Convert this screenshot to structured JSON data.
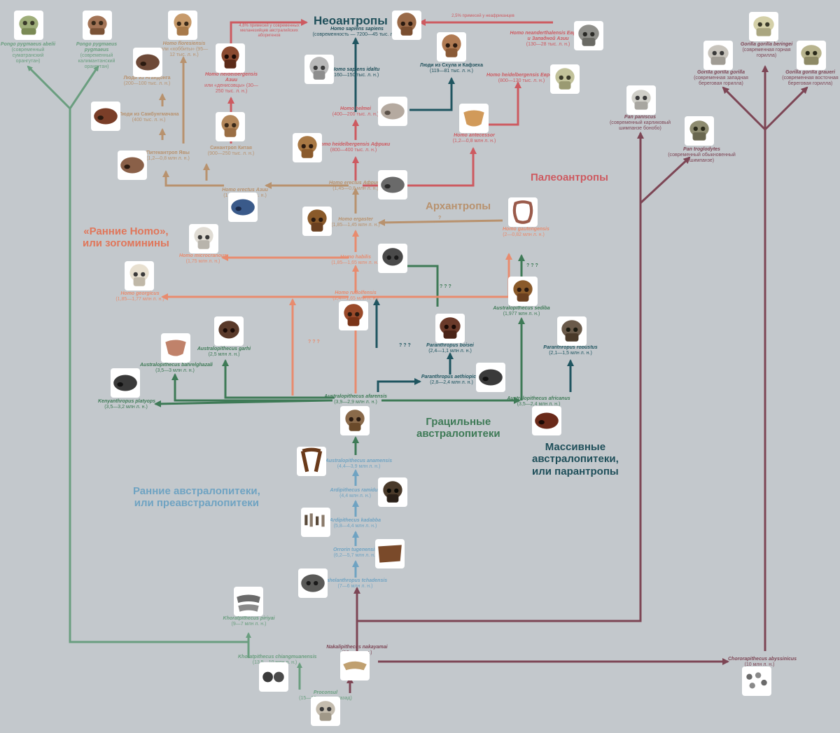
{
  "colors": {
    "background": "#c3c8cc",
    "pongo_green": "#6a9e7f",
    "neo_red": "#cd5a60",
    "early_homo_salmon": "#e88b6e",
    "arch_tan": "#b8926e",
    "gracile_green": "#3e7a56",
    "robust_teal": "#1f5560",
    "pre_blue": "#6fa3c2",
    "great_ape_maroon": "#7d4655",
    "skull_fill": "#8a6a4a"
  },
  "groups": {
    "neoanthropes": "Неоантропы",
    "paleoanthropes": "Палеоантропы",
    "archanthropes": "Архантропы",
    "early_homo_line1": "«Ранние Homo»,",
    "early_homo_line2": "или зогоминины",
    "gracile_line1": "Грацильные",
    "gracile_line2": "австралопитеки",
    "robust_line1": "Массивные",
    "robust_line2": "австралопитеки,",
    "robust_line3": "или парантропы",
    "pre_line1": "Ранние австралопитеки,",
    "pre_line2": "или преавстралопитеки"
  },
  "annotations": {
    "denisovan_admixture": "4,8% примесей у современных меланезийцев австралийских аборигенов",
    "neanderthal_admixture": "2,5% примесей у неафриканцев",
    "q1": "?",
    "q2": "? ? ?",
    "q3": "? ? ?",
    "q4": "? ? ?",
    "q5": "? ? ?"
  },
  "taxa": {
    "pongo_abelii": {
      "name": "Pongo pygmaeus abelii",
      "desc": "(современный суматранский орангутан)",
      "icon": "orangutan-skull-icon"
    },
    "pongo_pygmaeus": {
      "name": "Pongo pygmaeus pygmaeus",
      "desc": "(современный калимантанский орангутан)",
      "icon": "orangutan-skull-icon"
    },
    "floresiensis": {
      "name": "Homo floresiensis",
      "desc": "или «хоббиты» (95—12 тыс. л. н.)",
      "icon": "hominin-skull-icon"
    },
    "ngandong": {
      "name": "Люди из Нгандонга",
      "desc": "(200—100 тыс. л. н.)",
      "icon": "hominin-skull-icon"
    },
    "sambungmachan": {
      "name": "Люди из Самбунгмачана",
      "desc": "(400 тыс. л. н.)",
      "icon": "hominin-skull-icon"
    },
    "pithecanthropus": {
      "name": "Питекантроп Явы",
      "desc": "(1,2—0,8 млн л. н.)",
      "icon": "hominin-skull-icon"
    },
    "sinanthropus": {
      "name": "Синантроп Китая",
      "desc": "(900—250 тыс. л. н.)",
      "icon": "hominin-skull-icon"
    },
    "heidelbergensis_asia": {
      "name": "Homo heidelbergensis Азии",
      "desc": "или «денисовцы» (30—250 тыс. л. н.)",
      "icon": "hominin-skull-icon"
    },
    "sapiens": {
      "name": "Homo sapiens sapiens",
      "desc": "(современность — 7200—45 тыс. л. н.)",
      "icon": "human-skull-icon"
    },
    "idaltu": {
      "name": "Homo sapiens idaltu",
      "desc": "(160—150 тыс. л. н.)",
      "icon": "human-skull-icon"
    },
    "skhul_qafzeh": {
      "name": "Люди из Схула и Кафзеха",
      "desc": "(119—81 тыс. л. н.)",
      "icon": "human-skull-icon"
    },
    "helmei": {
      "name": "Homo helmei",
      "desc": "(400—200 тыс. л. н.)",
      "icon": "hominin-skull-icon"
    },
    "heidelbergensis_africa": {
      "name": "Homo heidelbergensis Африки",
      "desc": "(800—400 тыс. л. н.)",
      "icon": "hominin-skull-icon"
    },
    "neanderthalensis": {
      "name": "Homo neanderthalensis Европы и Западной Азии",
      "desc": "(130—28 тыс. л. н.)",
      "icon": "neanderthal-skull-icon"
    },
    "heidelbergensis_europe": {
      "name": "Homo heidelbergensis Европы",
      "desc": "(800—130 тыс. л. н.)",
      "icon": "hominin-skull-icon"
    },
    "antecessor": {
      "name": "Homo antecessor",
      "desc": "(1,2—0,8 млн л. н.)",
      "icon": "jaw-fragment-icon"
    },
    "erectus_asia": {
      "name": "Homo erectus Азии",
      "desc": "(1,2—0,8 млн л. н.)",
      "icon": "hominin-skull-icon"
    },
    "erectus_africa": {
      "name": "Homo erectus Африки",
      "desc": "(1,45—0,8 млн л. н.)",
      "icon": "hominin-skull-icon"
    },
    "ergaster": {
      "name": "Homo ergaster",
      "desc": "(1,85—1,45 млн л. н.)",
      "icon": "hominin-skull-icon"
    },
    "gautengensis": {
      "name": "Homo gautengensis",
      "desc": "(2—0,82 млн л. н.)",
      "icon": "jaw-fragment-icon"
    },
    "habilis": {
      "name": "Homo habilis",
      "desc": "(1,85—1,65 млн л. н.)",
      "icon": "hominin-skull-icon"
    },
    "microcranous": {
      "name": "Homo microcranous",
      "desc": "(1,75 млн л. н.)",
      "icon": "hominin-skull-icon"
    },
    "georgicus": {
      "name": "Homo georgicus",
      "desc": "(1,85—1,77 млн л. н.)",
      "icon": "hominin-skull-icon"
    },
    "rudolfensis": {
      "name": "Homo rudolfensis",
      "desc": "(2,4—1,65 млн л. н.)",
      "icon": "hominin-skull-icon"
    },
    "sediba": {
      "name": "Australopithecus sediba",
      "desc": "(1,977 млн л. н.)",
      "icon": "australopith-skull-icon"
    },
    "boisei": {
      "name": "Paranthropus boisei",
      "desc": "(2,4—1,1 млн л. н.)",
      "icon": "paranthropus-skull-icon"
    },
    "robustus": {
      "name": "Paranthropus robustus",
      "desc": "(2,1—1,5 млн л. н.)",
      "icon": "paranthropus-skull-icon"
    },
    "aethiopicus": {
      "name": "Paranthropus aethiopicus",
      "desc": "(2,8—2,4 млн л. н.)",
      "icon": "paranthropus-skull-icon"
    },
    "garhi": {
      "name": "Australopithecus garhi",
      "desc": "(2,5 млн л. н.)",
      "icon": "australopith-skull-icon"
    },
    "bahrelghazali": {
      "name": "Australopithecus bahrelghazali",
      "desc": "(3,5—3 млн л. н.)",
      "icon": "jaw-fragment-icon"
    },
    "kenyanthropus": {
      "name": "Kenyanthropus platyops",
      "desc": "(3,5—3,2 млн л. н.)",
      "icon": "australopith-skull-icon"
    },
    "afarensis": {
      "name": "Australopithecus afarensis",
      "desc": "(3,9—2,9 млн л. н.)",
      "icon": "australopith-skull-icon"
    },
    "africanus": {
      "name": "Australopithecus africanus",
      "desc": "(3,5—2,4 млн л. н.)",
      "icon": "australopith-skull-icon"
    },
    "anamensis": {
      "name": "Australopithecus anamensis",
      "desc": "(4,4—3,9 млн л. н.)",
      "icon": "jaw-fragment-icon"
    },
    "ramidus": {
      "name": "Ardipithecus ramidus",
      "desc": "(4,4 млн л. н.)",
      "icon": "australopith-skull-icon"
    },
    "kadabba": {
      "name": "Ardipithecus kadabba",
      "desc": "(5,8—4,4 млн л. н.)",
      "icon": "bone-fragments-icon"
    },
    "orrorin": {
      "name": "Orrorin tugenensis",
      "desc": "(6,2—5,7 млн л. н.)",
      "icon": "bone-fragments-icon"
    },
    "sahelanthropus": {
      "name": "Sahelanthropus tchadensis",
      "desc": "(7—6 млн л. н.)",
      "icon": "australopith-skull-icon"
    },
    "khoratpithecus": {
      "name": "Khoratpithecus piriyai",
      "desc": "(9—7 млн л. н.)",
      "icon": "jaw-fragment-icon"
    },
    "chiangmuanensis": {
      "name": "Khoratpithecus chiangmuanensis",
      "desc": "(13,5—10 млн л. н.)",
      "icon": "teeth-icon"
    },
    "nakalipithecus": {
      "name": "Nakalipithecus nakayamai",
      "desc": "(10 млн л. н.)",
      "icon": "jaw-fragment-icon"
    },
    "proconsul": {
      "name": "Proconsul",
      "desc": "(15—15 млн лет назад)",
      "icon": "ape-skull-icon"
    },
    "chororapithecus": {
      "name": "Chororapithecus abyssinicus",
      "desc": "(10 млн л. н.)",
      "icon": "teeth-icon"
    },
    "pan_paniscus": {
      "name": "Pan paniscus",
      "desc": "(современный карликовый шимпанзе бонобо)",
      "icon": "chimp-skull-icon"
    },
    "pan_troglodytes": {
      "name": "Pan troglodytes",
      "desc": "(современный обыкновенный шимпанзе)",
      "icon": "chimp-skull-icon"
    },
    "gorilla_gorilla": {
      "name": "Gorilla gorilla gorilla",
      "desc": "(современная западная береговая горилла)",
      "icon": "gorilla-skull-icon"
    },
    "gorilla_beringei": {
      "name": "Gorilla gorilla beringei",
      "desc": "(современная горная горилла)",
      "icon": "gorilla-skull-icon"
    },
    "gorilla_graueri": {
      "name": "Gorilla gorilla graueri",
      "desc": "(современная восточная береговая горилла)",
      "icon": "gorilla-skull-icon"
    }
  }
}
